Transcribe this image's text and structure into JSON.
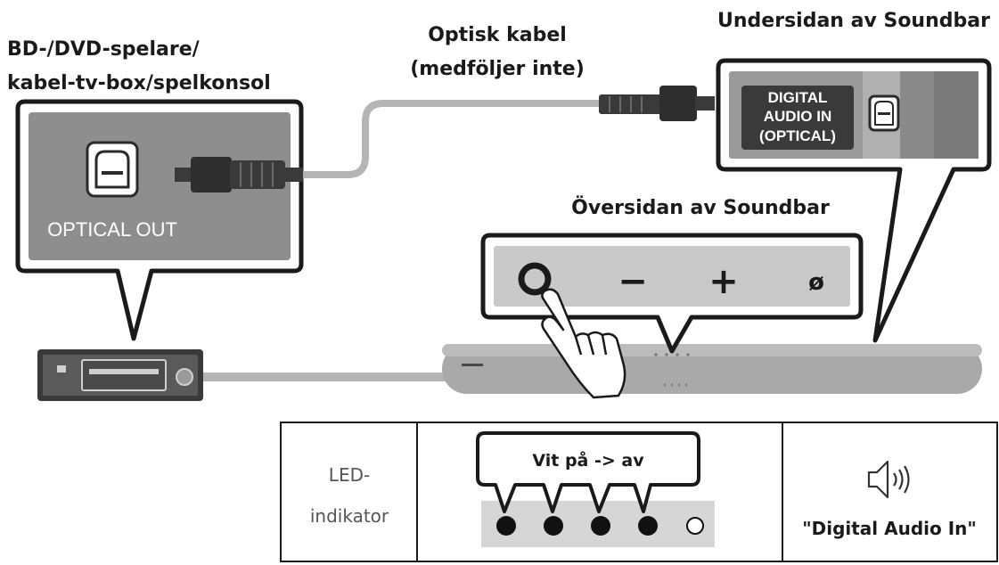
{
  "labels": {
    "source_line1": "BD-/DVD-spelare/",
    "source_line2": "kabel-tv-box/spelkonsol",
    "cable_line1": "Optisk kabel",
    "cable_line2": "(medföljer inte)",
    "bottom_title": "Undersidan av Soundbar",
    "top_title": "Översidan av Soundbar"
  },
  "source_port": {
    "label": "OPTICAL OUT"
  },
  "soundbar_port": {
    "line1": "DIGITAL",
    "line2": "AUDIO IN",
    "line3": "(OPTICAL)"
  },
  "soundbar_buttons": {
    "minus": "−",
    "plus": "+",
    "mic_off": "ø"
  },
  "led_table": {
    "label_line1": "LED-",
    "label_line2": "indikator",
    "callout": "Vit på -> av",
    "leds": [
      true,
      true,
      true,
      true,
      false
    ],
    "voice_prompt": "\"Digital Audio In\""
  },
  "colors": {
    "gray_panel": "#8e8e8e",
    "dark_gray": "#3a3a3a",
    "cable_gray": "#b5b5b5",
    "soundbar": "#a9a9a9",
    "led_strip": "#d6d6d6"
  }
}
